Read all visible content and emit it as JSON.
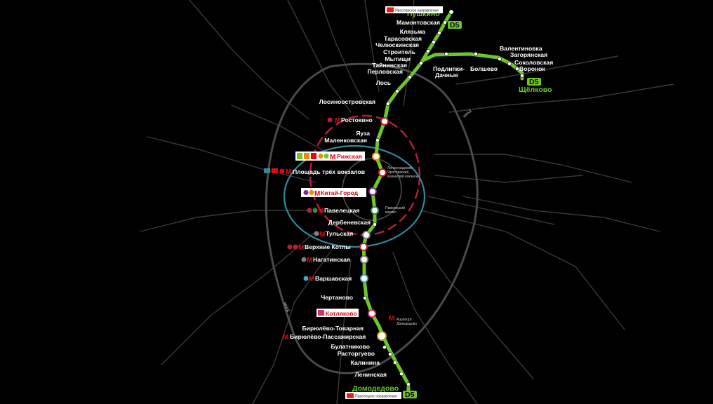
{
  "colors": {
    "background": "#000000",
    "route_line": "#6cc727",
    "terminus_text": "#6cc727",
    "station_fill": "#ffffff",
    "ring_red": "#b8203a",
    "ring_teal": "#2f8a9a",
    "road_gray": "#3a3a3a",
    "metro_red": "#e30613",
    "rzd_red": "#e21a1a"
  },
  "route": {
    "badge": "D5",
    "terminus_north": "Пушкино",
    "terminus_branch": "Щёлково",
    "terminus_south": "Домодедово",
    "direction_north": "Ярославское направление",
    "direction_south": "Павелецкое направление"
  },
  "road_labels": {
    "mkad_east": "МКАД",
    "mkad_west": "МКАД"
  },
  "stations": {
    "mamontovskaya": "Мамонтовская",
    "klyazma": "Клязьма",
    "tarasovskaya": "Тарасовская",
    "chelyuskinskaya": "Челюскинская",
    "stroitel": "Строитель",
    "mytishchi": "Мытищи",
    "tayninskaya": "Тайнинская",
    "perlovskaya": "Перловская",
    "los": "Лось",
    "podlipki_1": "Подлипки-",
    "podlipki_2": "Дачные",
    "bolshevo": "Болшево",
    "valentinovka": "Валентиновка",
    "zagoryanskaya": "Загорянская",
    "sokolovskaya": "Соколовская",
    "voronok": "Воронок",
    "losinoostrovskaya": "Лосиноостровская",
    "rostokino": "Ростокино",
    "yauza": "Яуза",
    "malenkovskaya": "Маленковская",
    "rizhskaya": "Рижская",
    "tri_vokzala": "Площадь трёх вокзалов",
    "kitay_gorod": "Китай-Город",
    "paveletskaya": "Павелецкая",
    "derbenevskaya": "Дербеневская",
    "tulskaya": "Тульская",
    "verkhnie_kotly": "Верхние Котлы",
    "nagatinskaya": "Нагатинская",
    "varshavskaya": "Варшавская",
    "chertanovo": "Чертаново",
    "kotlyakovo": "Котляково",
    "biryulevo_tovarnaya": "Бирюлёво-Товарная",
    "biryulevo_passazhirskaya": "Бирюлёво-Пассажирская",
    "bulatnikovo": "Булатниково",
    "rastorguevo": "Расторгуево",
    "kalinina": "Калинина",
    "leninskaya": "Ленинская"
  },
  "transfer_notes": {
    "tri_vokzala_1": "Ленинградский,",
    "tri_vokzala_2": "Ярославский,",
    "tri_vokzala_3": "Казанский вокзалы",
    "paveletsky_1": "Павелецкий",
    "paveletsky_2": "вокзал",
    "domodedovo_airport_1": "Аэропорт",
    "domodedovo_airport_2": "Домодедово"
  }
}
